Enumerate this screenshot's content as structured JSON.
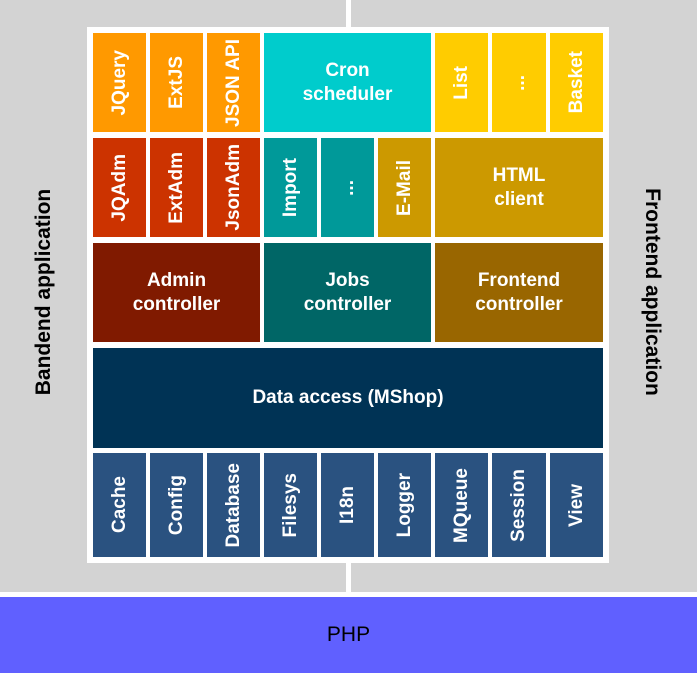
{
  "side_labels": {
    "left": "Bandend application",
    "right": "Frontend application"
  },
  "base": "PHP",
  "row1": {
    "jquery": "JQuery",
    "extjs": "ExtJS",
    "jsonapi": "JSON API",
    "cron": "Cron scheduler",
    "list": "List",
    "dots": "...",
    "basket": "Basket"
  },
  "row2": {
    "jqadm": "JQAdm",
    "extadm": "ExtAdm",
    "jsonadm": "JsonAdm",
    "import": "Import",
    "dots": "...",
    "email": "E-Mail",
    "html": "HTML client"
  },
  "row3": {
    "admin": "Admin controller",
    "jobs": "Jobs controller",
    "frontend": "Frontend controller"
  },
  "row4": {
    "data": "Data access (MShop)"
  },
  "row5": [
    "Cache",
    "Config",
    "Database",
    "Filesys",
    "I18n",
    "Logger",
    "MQueue",
    "Session",
    "View"
  ]
}
